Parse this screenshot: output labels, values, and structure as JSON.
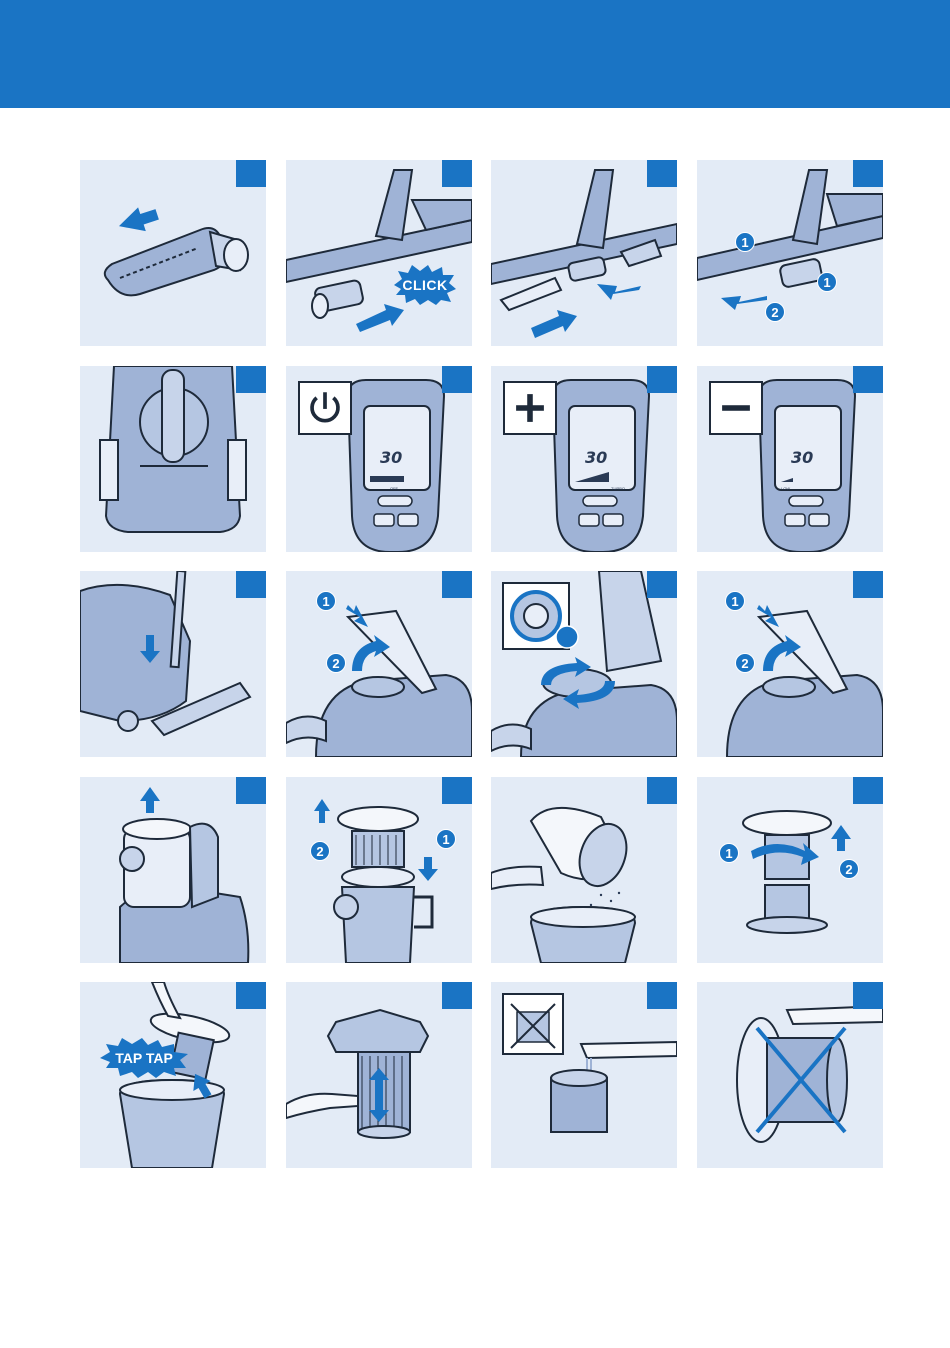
{
  "colors": {
    "brand": "#1a74c4",
    "panel_bg": "#e3ebf6",
    "ink": "#1e2a3a",
    "illustration": "#9fb3d6"
  },
  "labels": {
    "click": "CLICK",
    "tap_tap": "TAP TAP"
  },
  "badges": {
    "one": "1",
    "two": "2"
  },
  "display": {
    "timer": "30",
    "off_label": "OFF",
    "turbo_label": "TURBO",
    "low_label": "LOW"
  },
  "icons": {
    "power": "power-icon",
    "plus": "plus-icon",
    "minus": "minus-icon"
  }
}
